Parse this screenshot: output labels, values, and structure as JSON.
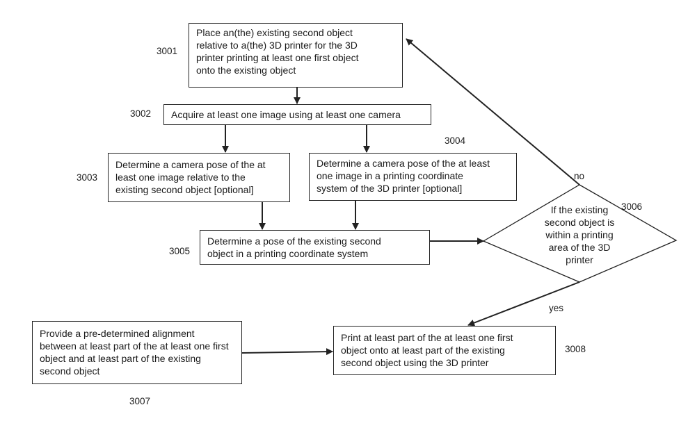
{
  "boxes": {
    "b3001": [
      "Place an(the) existing second object",
      "relative to a(the) 3D printer for the 3D",
      "printer printing at least one first object",
      "onto the existing object"
    ],
    "b3002": [
      "Acquire at least one image using at least one camera"
    ],
    "b3003": [
      "Determine a camera pose of the at",
      "least one image relative to the",
      "existing second object [optional]"
    ],
    "b3004": [
      "Determine a camera pose of the at least",
      "one image in a printing coordinate",
      "system of the 3D printer [optional]"
    ],
    "b3005": [
      "Determine a pose of the existing second",
      "object in a printing coordinate system"
    ],
    "b3006": [
      "If the existing",
      "second object is",
      "within a printing",
      "area of the 3D",
      "printer"
    ],
    "b3007": [
      "Provide a pre-determined alignment",
      "between at least part of the at least one first",
      "object and at least part of the existing",
      "second object"
    ],
    "b3008": [
      "Print at least part of the at least one first",
      "object onto at least part of the existing",
      "second object using the 3D printer"
    ]
  },
  "refs": {
    "r3001": "3001",
    "r3002": "3002",
    "r3003": "3003",
    "r3004": "3004",
    "r3005": "3005",
    "r3006": "3006",
    "r3007": "3007",
    "r3008": "3008"
  },
  "edge_labels": {
    "no": "no",
    "yes": "yes"
  }
}
